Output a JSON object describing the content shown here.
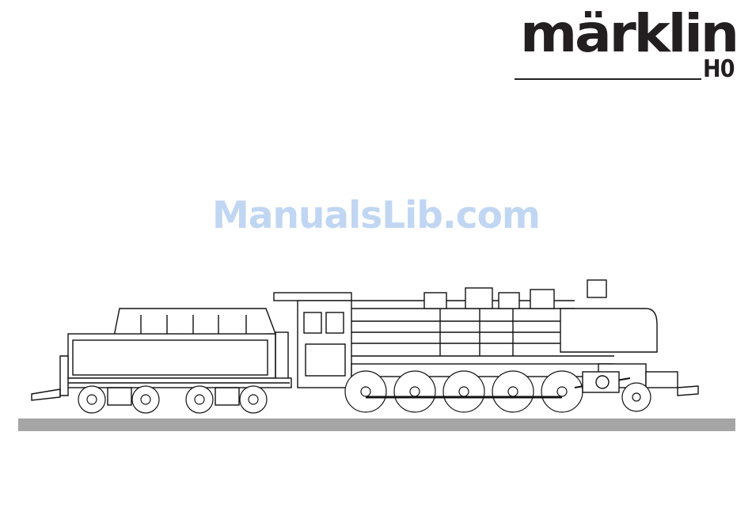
{
  "brand": {
    "name": "märklin",
    "scale": "H0"
  },
  "watermark": "ManualsLib.com",
  "illustration": {
    "subject": "steam-locomotive-with-tender-icon"
  },
  "colors": {
    "text": "#231f20",
    "watermark": "#b6cff0",
    "bar": "#a5a5a5"
  }
}
